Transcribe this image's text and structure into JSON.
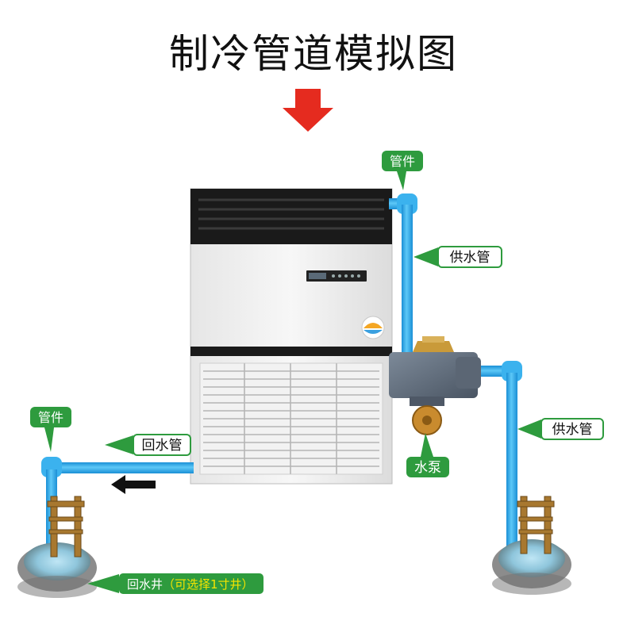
{
  "title": "制冷管道模拟图",
  "labels": {
    "top_fitting": "管件",
    "supply_pipe_top": "供水管",
    "supply_pipe_right": "供水管",
    "left_fitting": "管件",
    "return_pipe": "回水管",
    "pump": "水泵",
    "return_well_prefix": "回水井",
    "return_well_note": "（可选择1寸井）"
  },
  "colors": {
    "pipe": "#2aa8ea",
    "label_green": "#2e9b3e",
    "arrow_red": "#e52b1f",
    "note_yellow": "#f5e400"
  }
}
